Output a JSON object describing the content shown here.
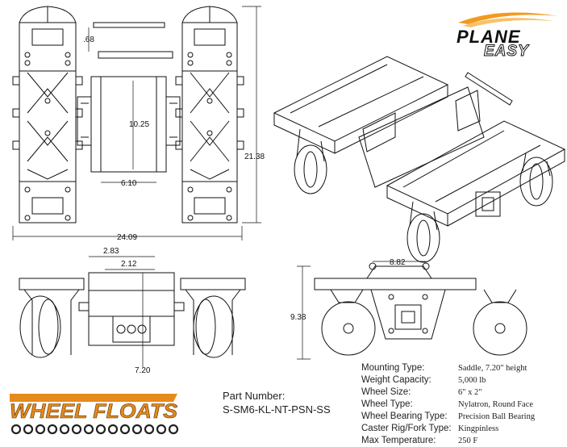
{
  "brand": {
    "top_logo_line1": "PLANE",
    "top_logo_line2": "EASY",
    "bottom_logo": "WHEEL FLOATS",
    "accent": "#f29a1f"
  },
  "dimensions": {
    "d068": ".68",
    "d1025": "10.25",
    "d610": "6.10",
    "d2138": "21.38",
    "d2409": "24.09",
    "d283": "2.83",
    "d212": "2.12",
    "d720": "7.20",
    "d882": "8.82",
    "d938": "9.38"
  },
  "part": {
    "label": "Part Number:",
    "value": "S-SM6-KL-NT-PSN-SS"
  },
  "specs": [
    {
      "label": "Mounting Type:",
      "value": "Saddle, 7.20\" height"
    },
    {
      "label": "Weight Capacity:",
      "value": "5,000 lb"
    },
    {
      "label": "Wheel Size:",
      "value": "6\" x 2\""
    },
    {
      "label": "Wheel Type:",
      "value": "Nylatron, Round Face"
    },
    {
      "label": "Wheel Bearing Type:",
      "value": "Precision Ball Bearing"
    },
    {
      "label": "Caster Rig/Fork Type:",
      "value": "Kingpinless"
    },
    {
      "label": "Max Temperature:",
      "value": "250 F"
    }
  ]
}
